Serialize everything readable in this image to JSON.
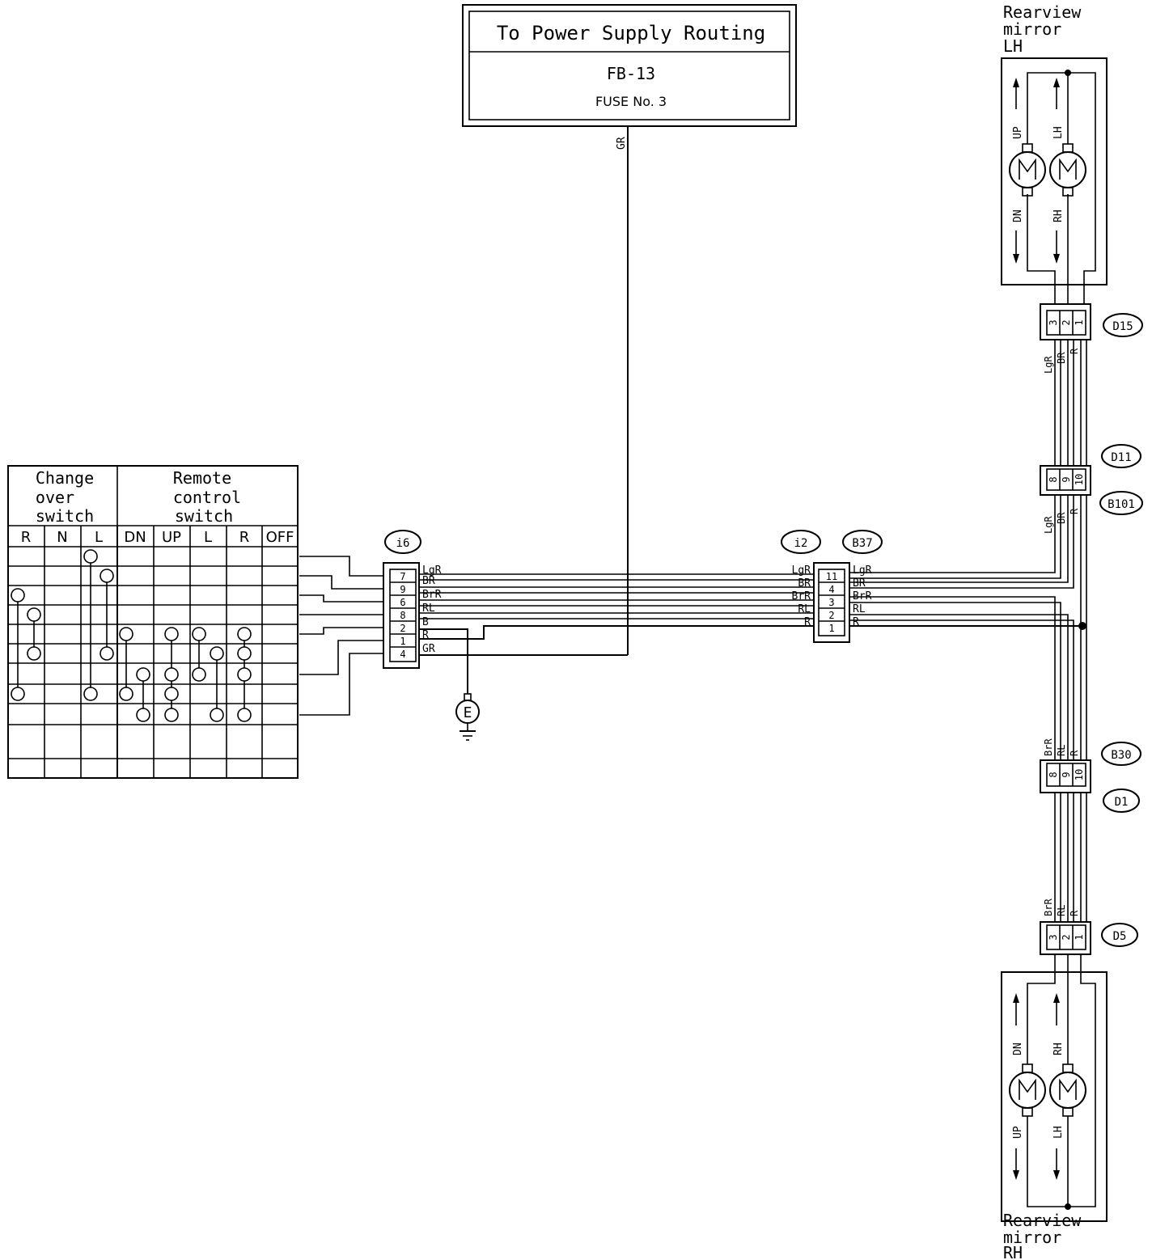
{
  "power_box": {
    "title": "To Power Supply Routing",
    "code": "FB-13",
    "fuse": "FUSE No. 3"
  },
  "supply_wire": "GR",
  "mirror_lh": {
    "line1": "Rearview",
    "line2": "mirror",
    "line3": "LH",
    "up": "UP",
    "dn": "DN",
    "lh": "LH",
    "rh": "RH"
  },
  "mirror_rh": {
    "line1": "Rearview",
    "line2": "mirror",
    "line3": "RH",
    "up": "UP",
    "dn": "DN",
    "lh": "LH",
    "rh": "RH"
  },
  "connectors": {
    "d15": {
      "id": "D15",
      "pins": [
        "3",
        "2",
        "1"
      ],
      "wires": [
        "LgR",
        "BR",
        "R"
      ]
    },
    "d11": {
      "id": "D11",
      "pins": [
        "8",
        "9",
        "10"
      ],
      "wires": [
        "LgR",
        "BR",
        "R"
      ]
    },
    "b101": {
      "id": "B101"
    },
    "b30": {
      "id": "B30",
      "pins": [
        "8",
        "9",
        "10"
      ],
      "wires": [
        "BrR",
        "RL",
        "R"
      ]
    },
    "d1": {
      "id": "D1"
    },
    "d5": {
      "id": "D5",
      "pins": [
        "3",
        "2",
        "1"
      ],
      "wires": [
        "BrR",
        "RL",
        "R"
      ]
    },
    "i6": {
      "id": "i6",
      "pins": [
        "7",
        "9",
        "6",
        "8",
        "2",
        "1",
        "4"
      ],
      "wires": [
        "LgR",
        "BR",
        "BrR",
        "RL",
        "B",
        "R",
        "GR"
      ]
    },
    "i2": {
      "id": "i2",
      "pins": [
        "11",
        "4",
        "3",
        "2",
        "1"
      ],
      "wires_left": [
        "LgR",
        "BR",
        "BrR",
        "RL",
        "R"
      ],
      "wires_right": [
        "LgR",
        "BR",
        "BrR",
        "RL",
        "R"
      ]
    },
    "b37": {
      "id": "B37"
    }
  },
  "ground": "E",
  "switch_table": {
    "change_over": {
      "line1": "Change",
      "line2": "over",
      "line3": "switch"
    },
    "remote": {
      "line1": "Remote",
      "line2": "control",
      "line3": "switch"
    },
    "columns": [
      "R",
      "N",
      "L",
      "DN",
      "UP",
      "L",
      "R",
      "OFF"
    ]
  }
}
